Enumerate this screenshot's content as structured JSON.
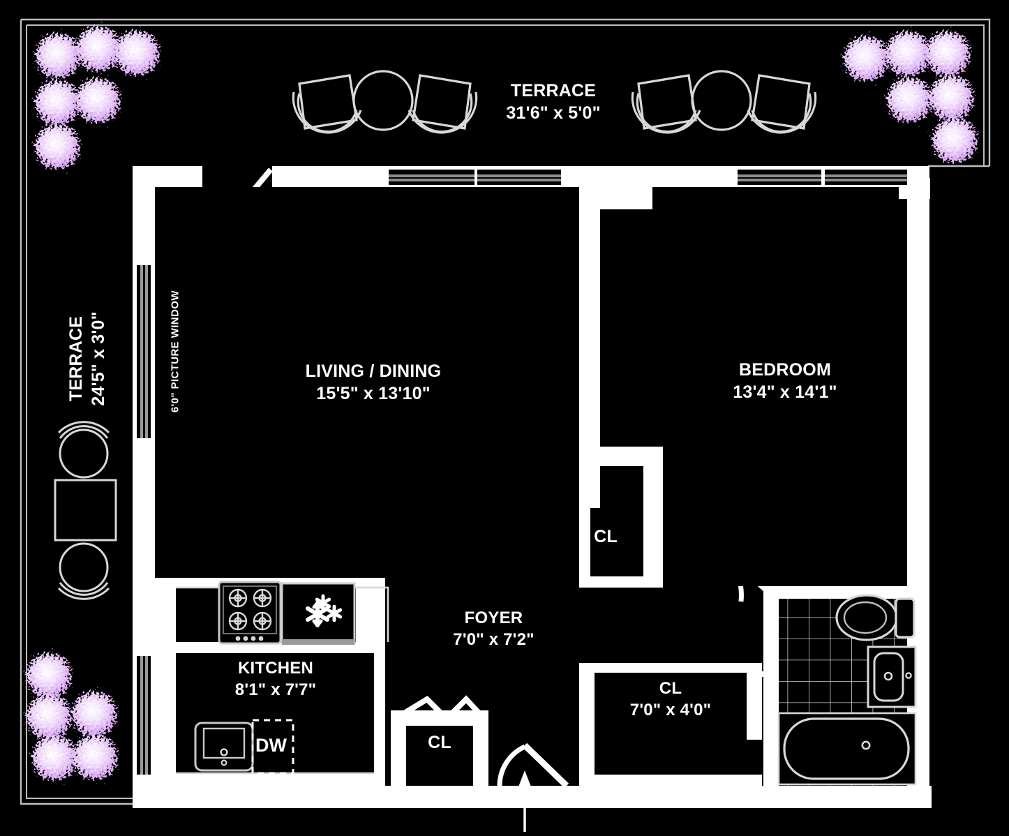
{
  "plan": {
    "title": "Residential floor plan",
    "colors": {
      "background": "#000000",
      "wall": "#ffffff",
      "fixture_line": "#d8d8d8",
      "plant": "#e7c8f7",
      "plant_light": "#ffffff",
      "plant_mid": "#c98fe8"
    },
    "rooms": [
      {
        "id": "terrace-north",
        "name": "TERRACE",
        "dims": "31'6\" x 5'0\""
      },
      {
        "id": "terrace-west",
        "name": "TERRACE",
        "dims": "24'5\" x 3'0\""
      },
      {
        "id": "living-dining",
        "name": "LIVING / DINING",
        "dims": "15'5\" x 13'10\""
      },
      {
        "id": "bedroom",
        "name": "BEDROOM",
        "dims": "13'4\" x 14'1\""
      },
      {
        "id": "kitchen",
        "name": "KITCHEN",
        "dims": "8'1\" x 7'7\""
      },
      {
        "id": "foyer",
        "name": "FOYER",
        "dims": "7'0\" x 7'2\""
      },
      {
        "id": "closet-foyer",
        "name": "CL",
        "dims": "7'0\" x 4'0\""
      },
      {
        "id": "closet-bedroom",
        "name": "CL",
        "dims": ""
      },
      {
        "id": "closet-entry",
        "name": "CL",
        "dims": ""
      }
    ],
    "annotations": [
      {
        "id": "picture-window",
        "text": "6'0\" PICTURE WINDOW"
      },
      {
        "id": "dishwasher",
        "text": "DW"
      }
    ],
    "fixtures": [
      {
        "id": "range",
        "label": "range-cooktop"
      },
      {
        "id": "refrigerator",
        "label": "refrigerator"
      },
      {
        "id": "kitchen-sink",
        "label": "kitchen-sink"
      },
      {
        "id": "dishwasher",
        "label": "dishwasher"
      },
      {
        "id": "toilet",
        "label": "toilet"
      },
      {
        "id": "vanity-sink",
        "label": "bathroom-vanity-sink"
      },
      {
        "id": "bathtub",
        "label": "bathtub"
      },
      {
        "id": "terrace-table-north",
        "label": "round-patio-table"
      },
      {
        "id": "terrace-table-west",
        "label": "square-patio-table"
      }
    ],
    "entry": {
      "id": "entry-door",
      "label": "entry-door-arrow"
    }
  }
}
